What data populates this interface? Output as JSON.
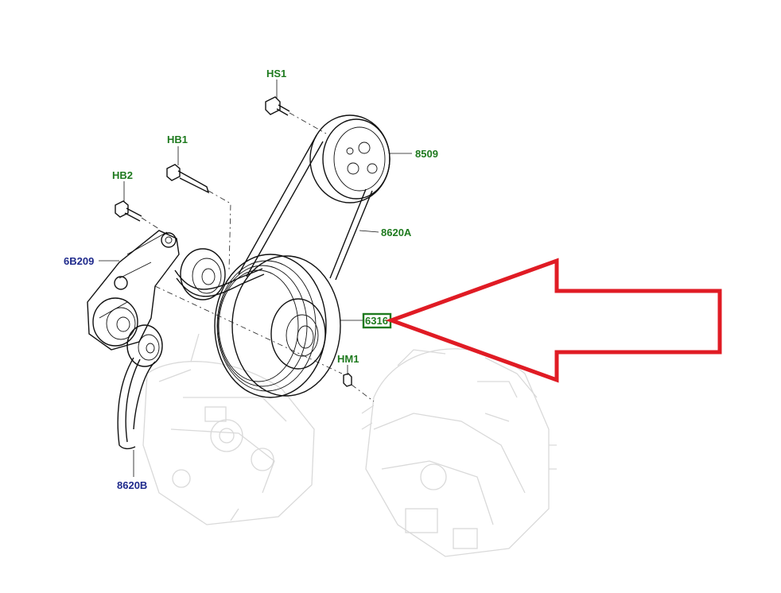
{
  "labels": {
    "hs1": "HS1",
    "hb1": "HB1",
    "hb2": "HB2",
    "p8509": "8509",
    "p8620a": "8620A",
    "p6b209": "6B209",
    "p6316": "6316",
    "hm1": "HM1",
    "p8620b": "8620B"
  },
  "colors": {
    "label_green": "#1e7a1e",
    "label_blue": "#1f2a8c",
    "highlight_box": "#1e7a1e",
    "arrow": "#e01b24"
  },
  "icons": {
    "bolt": "bolt-icon",
    "pulley": "pulley-icon",
    "arrow": "arrow-pointer-icon"
  }
}
